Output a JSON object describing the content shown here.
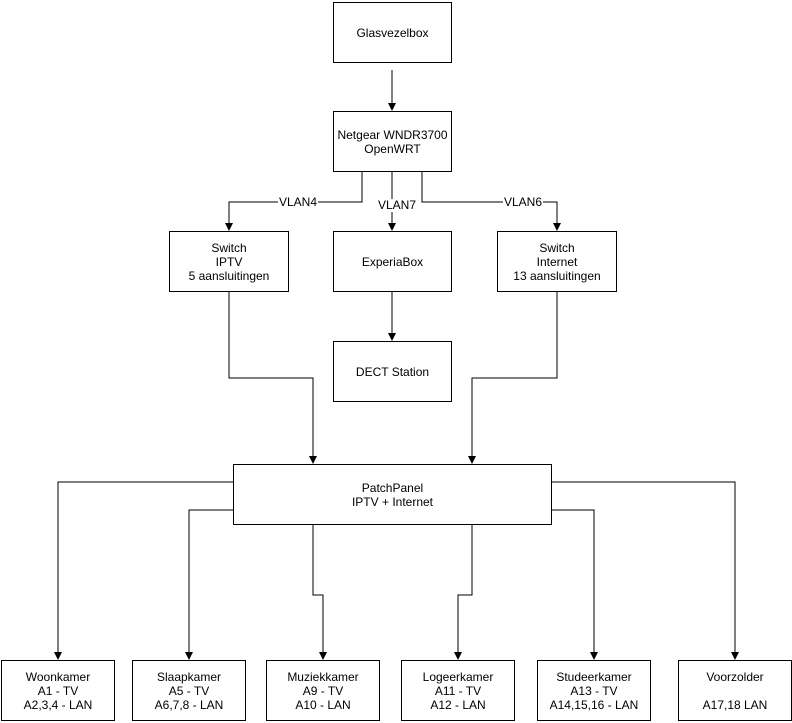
{
  "nodes": {
    "glasvezelbox": {
      "lines": [
        "Glasvezelbox"
      ]
    },
    "router": {
      "lines": [
        "Netgear WNDR3700",
        "OpenWRT"
      ]
    },
    "switch_iptv": {
      "lines": [
        "Switch",
        "IPTV",
        "5 aansluitingen"
      ]
    },
    "experiabox": {
      "lines": [
        "ExperiaBox"
      ]
    },
    "switch_internet": {
      "lines": [
        "Switch",
        "Internet",
        "13 aansluitingen"
      ]
    },
    "dect": {
      "lines": [
        "DECT Station"
      ]
    },
    "patchpanel": {
      "lines": [
        "PatchPanel",
        "IPTV + Internet"
      ]
    },
    "woonkamer": {
      "lines": [
        "Woonkamer",
        "A1 - TV",
        "A2,3,4 - LAN"
      ]
    },
    "slaapkamer": {
      "lines": [
        "Slaapkamer",
        "A5 - TV",
        "A6,7,8 - LAN"
      ]
    },
    "muziekkamer": {
      "lines": [
        "Muziekkamer",
        "A9 - TV",
        "A10 - LAN"
      ]
    },
    "logeerkamer": {
      "lines": [
        "Logeerkamer",
        "A11 - TV",
        "A12 - LAN"
      ]
    },
    "studeerkamer": {
      "lines": [
        "Studeerkamer",
        "A13 - TV",
        "A14,15,16 - LAN"
      ]
    },
    "voorzolder": {
      "lines": [
        "Voorzolder",
        "",
        "A17,18 LAN"
      ]
    }
  },
  "edges": {
    "vlan4": "VLAN4",
    "vlan7": "VLAN7",
    "vlan6": "VLAN6"
  }
}
